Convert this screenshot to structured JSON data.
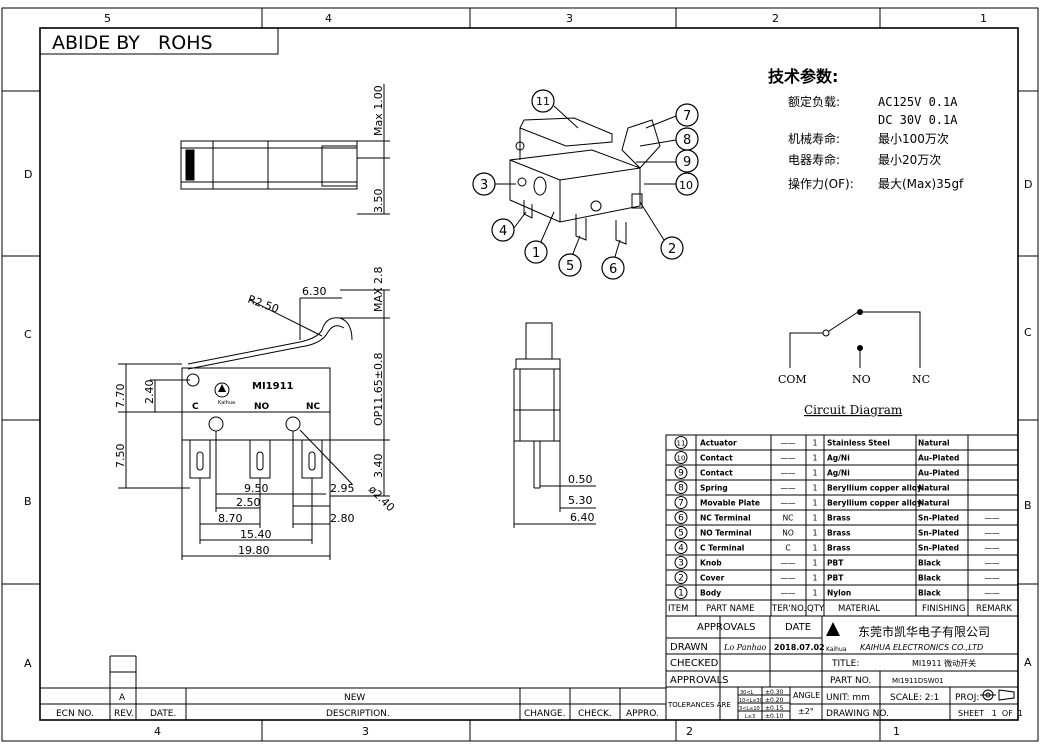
{
  "border": {
    "top_zones": [
      "5",
      "4",
      "3",
      "2",
      "1"
    ],
    "bottom_zones": [
      "4",
      "3",
      "2",
      "1"
    ],
    "side_zones": [
      "D",
      "C",
      "B",
      "A"
    ]
  },
  "rohs": "ABIDE BY   ROHS",
  "specs": {
    "title": "技术参数:",
    "rows": [
      {
        "label": "额定负载:",
        "value": "AC125V 0.1A"
      },
      {
        "label": "",
        "value": "DC 30V 0.1A"
      },
      {
        "label": "机械寿命:",
        "value": "最小100万次"
      },
      {
        "label": "电器寿命:",
        "value": "最小20万次"
      },
      {
        "label": "操作力(OF):",
        "value": "最大(Max)35gf"
      }
    ]
  },
  "top_view_dims": [
    "Max 1.00",
    "3.50"
  ],
  "front_view": {
    "model": "MI1911",
    "brand": "Kaihua",
    "terminals": [
      "C",
      "NO",
      "NC"
    ],
    "dims": [
      "R2.50",
      "6.30",
      "MAX 2.8",
      "OP11.65±0.8",
      "7.70",
      "2.40",
      "7.50",
      "3.40",
      "9.50",
      "2.50",
      "2.95",
      "8.70",
      "2.80",
      "15.40",
      "19.80",
      "ø2.40"
    ]
  },
  "side_view_dims": [
    "0.50",
    "5.30",
    "6.40"
  ],
  "balloons": [
    "11",
    "7",
    "8",
    "9",
    "10",
    "3",
    "4",
    "1",
    "5",
    "6",
    "2"
  ],
  "circuit": {
    "labels": [
      "COM",
      "NO",
      "NC"
    ],
    "title": "Circuit Diagram"
  },
  "bom": {
    "columns": [
      "ITEM",
      "PART NAME",
      "TER'NO.",
      "QTY.",
      "MATERIAL",
      "FINISHING",
      "REMARK"
    ],
    "rows": [
      {
        "item": "11",
        "name": "Actuator",
        "ter": "——",
        "qty": "1",
        "material": "Stainless Steel",
        "finish": "Natural",
        "remark": ""
      },
      {
        "item": "10",
        "name": "Contact",
        "ter": "——",
        "qty": "1",
        "material": "Ag/Ni",
        "finish": "Au-Plated",
        "remark": ""
      },
      {
        "item": "9",
        "name": "Contact",
        "ter": "——",
        "qty": "1",
        "material": "Ag/Ni",
        "finish": "Au-Plated",
        "remark": ""
      },
      {
        "item": "8",
        "name": "Spring",
        "ter": "——",
        "qty": "1",
        "material": "Beryllium copper alloy",
        "finish": "Natural",
        "remark": ""
      },
      {
        "item": "7",
        "name": "Movable Plate",
        "ter": "——",
        "qty": "1",
        "material": "Beryllium copper alloy",
        "finish": "Natural",
        "remark": ""
      },
      {
        "item": "6",
        "name": "NC Terminal",
        "ter": "NC",
        "qty": "1",
        "material": "Brass",
        "finish": "Sn-Plated",
        "remark": "——"
      },
      {
        "item": "5",
        "name": "NO Terminal",
        "ter": "NO",
        "qty": "1",
        "material": "Brass",
        "finish": "Sn-Plated",
        "remark": "——"
      },
      {
        "item": "4",
        "name": "C Terminal",
        "ter": "C",
        "qty": "1",
        "material": "Brass",
        "finish": "Sn-Plated",
        "remark": "——"
      },
      {
        "item": "3",
        "name": "Knob",
        "ter": "——",
        "qty": "1",
        "material": "PBT",
        "finish": "Black",
        "remark": "——"
      },
      {
        "item": "2",
        "name": "Cover",
        "ter": "——",
        "qty": "1",
        "material": "PBT",
        "finish": "Black",
        "remark": "——"
      },
      {
        "item": "1",
        "name": "Body",
        "ter": "——",
        "qty": "1",
        "material": "Nylon",
        "finish": "Black",
        "remark": "——"
      }
    ]
  },
  "title_block": {
    "approvals": "APPROVALS",
    "date": "DATE",
    "drawn": "DRAWN",
    "drawn_by": "Lo Panhao",
    "drawn_date": "2018.07.02",
    "checked": "CHECKED",
    "approvals2": "APPROVALS",
    "company_cn": "东莞市凯华电子有限公司",
    "company_en": "KAIHUA ELECTRONICS CO.,LTD",
    "logo_text": "Kaihua",
    "title_label": "TITLE:",
    "title_value": "MI1911 微动开关",
    "part_label": "PART NO.",
    "part_value": "MI1911DSW01",
    "tolerances": "TOLERANCES ARE",
    "tol_ranges": [
      "30<L",
      "10<L≤30",
      "3<L≤10",
      "L≤3"
    ],
    "tol_values": [
      "±0.30",
      "±0.20",
      "±0.15",
      "±0.10"
    ],
    "angle": "ANGLE",
    "angle_tol": "±2°",
    "unit": "UNIT: mm",
    "scale": "SCALE: 2:1",
    "proj": "PROJ:",
    "drawing_no": "DRAWING NO.",
    "sheet": "SHEET   1  OF  1"
  },
  "revision": {
    "rev": "A",
    "desc": "NEW",
    "headers": [
      "ECN NO.",
      "REV.",
      "DATE.",
      "DESCRIPTION.",
      "CHANGE.",
      "CHECK.",
      "APPRO."
    ]
  }
}
